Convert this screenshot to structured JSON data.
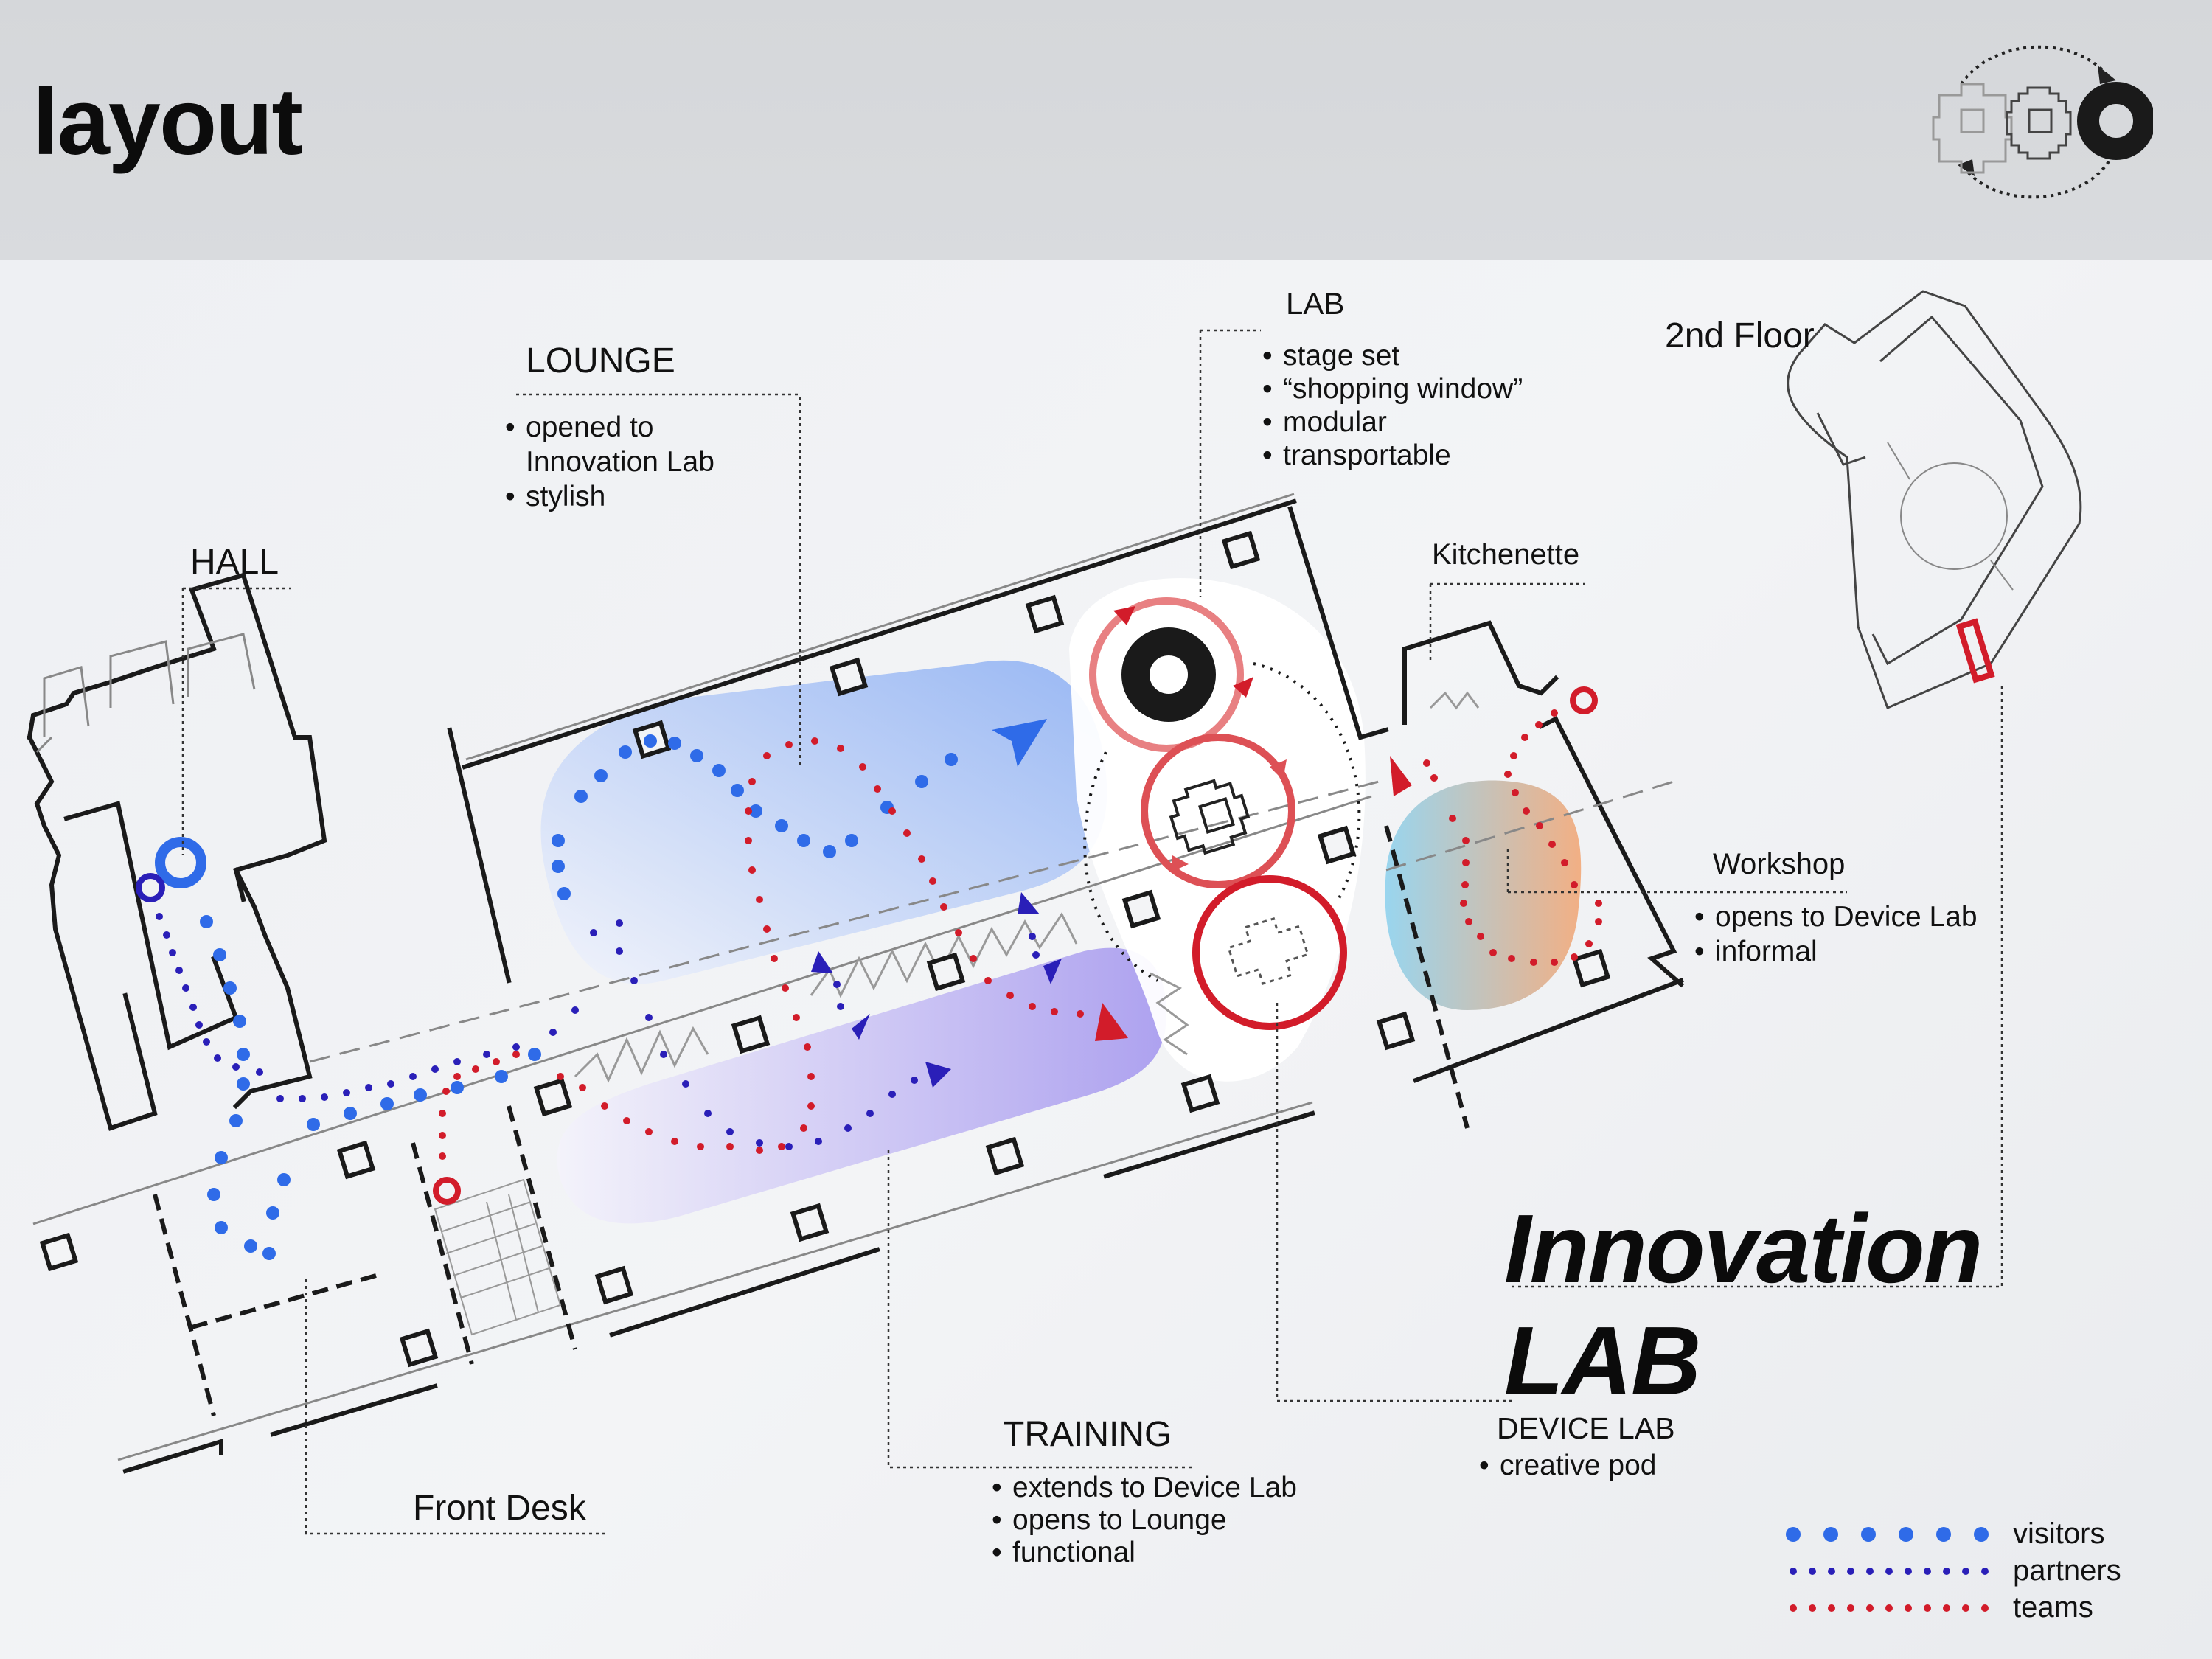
{
  "slide": {
    "title": "layout",
    "header_icon": "cycle-icon"
  },
  "areas": {
    "hall": {
      "name": "HALL"
    },
    "lounge": {
      "name": "LOUNGE",
      "bullets": [
        "opened to",
        "Innovation Lab",
        "stylish"
      ]
    },
    "lab": {
      "name": "LAB",
      "bullets": [
        "stage set",
        "“shopping window”",
        "modular",
        "transportable"
      ]
    },
    "kitchenette": {
      "name": "Kitchenette"
    },
    "second_floor": {
      "name": "2nd Floor"
    },
    "workshop": {
      "name": "Workshop",
      "bullets": [
        "opens to Device Lab",
        "informal"
      ]
    },
    "training": {
      "name": "TRAINING",
      "bullets": [
        "extends to Device Lab",
        "opens to Lounge",
        "functional"
      ]
    },
    "device_lab": {
      "name": "DEVICE LAB",
      "bullets": [
        "creative pod"
      ]
    },
    "front_desk": {
      "name": "Front Desk"
    }
  },
  "brand": {
    "line1": "Innovation",
    "line2": "LAB"
  },
  "legend": [
    {
      "label": "visitors",
      "color": "#2f6be8",
      "style": "large-dots"
    },
    {
      "label": "partners",
      "color": "#2a1fb8",
      "style": "small-dots"
    },
    {
      "label": "teams",
      "color": "#d21c2a",
      "style": "small-dots"
    }
  ],
  "colors": {
    "visitors": "#2f6be8",
    "partners": "#2a1fb8",
    "teams": "#d21c2a",
    "lounge_zone": "#8fb1f3",
    "training_zone": "#a99af0",
    "workshop_zone_a": "#8fd0ea",
    "workshop_zone_b": "#f0a878",
    "wall": "#1a1a1a"
  }
}
